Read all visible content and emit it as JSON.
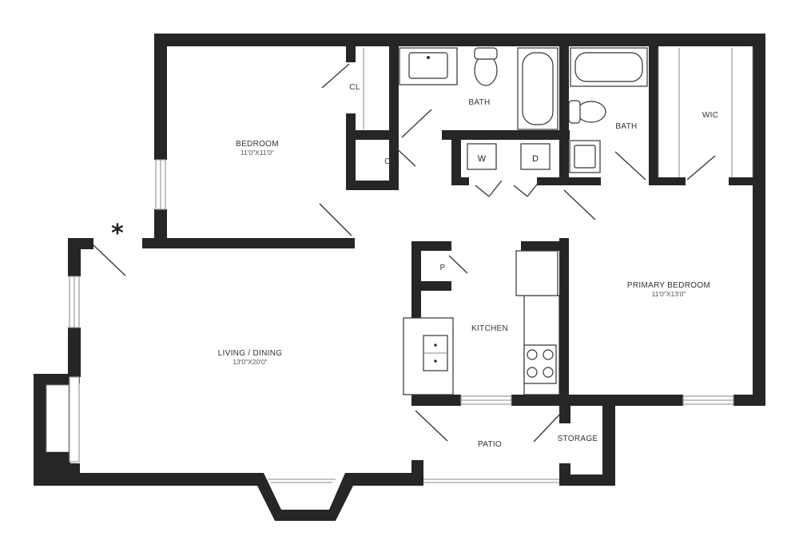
{
  "rooms": {
    "bedroom": {
      "label": "BEDROOM",
      "dims": "11'0\"X11'0\""
    },
    "closet_upper": {
      "label": "CL"
    },
    "closet_lower": {
      "label": "CL"
    },
    "bath_left": {
      "label": "BATH"
    },
    "bath_right": {
      "label": "BATH"
    },
    "wic": {
      "label": "WIC"
    },
    "primary_bedroom": {
      "label": "PRIMARY BEDROOM",
      "dims": "11'0\"X13'0\""
    },
    "kitchen": {
      "label": "KITCHEN"
    },
    "pantry": {
      "label": "P"
    },
    "living_dining": {
      "label": "LIVING / DINING",
      "dims": "13'0\"X20'0\""
    },
    "patio": {
      "label": "PATIO"
    },
    "storage": {
      "label": "STORAGE"
    }
  },
  "appliances": {
    "washer": "W",
    "dryer": "D"
  },
  "entry_marker": "*",
  "colors": {
    "wall": "#262626",
    "background": "#ffffff"
  }
}
